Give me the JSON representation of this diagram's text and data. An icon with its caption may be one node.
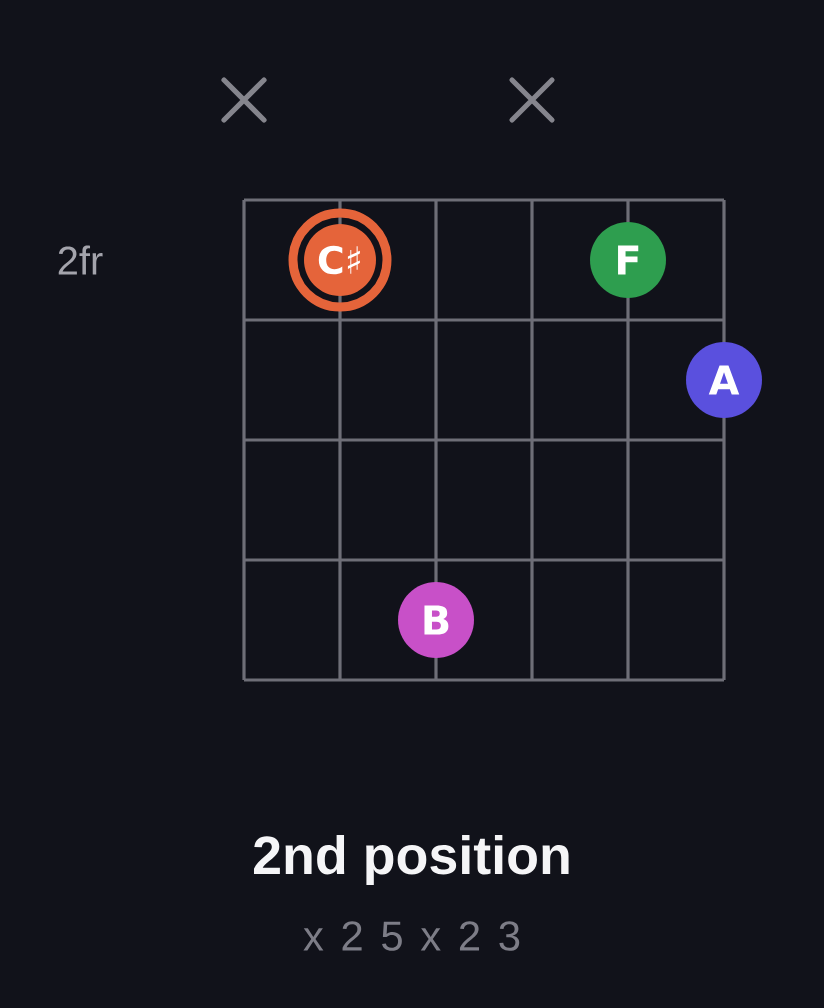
{
  "diagram": {
    "title": "2nd position",
    "nodes": [
      {
        "text": [
          "C♯"
        ]
      },
      {
        "text": [
          "F"
        ]
      },
      {
        "text": [
          "A"
        ]
      },
      {
        "text": [
          "B"
        ]
      }
    ],
    "labels": [
      "2fr",
      "x 2 5 x 2 3"
    ]
  }
}
